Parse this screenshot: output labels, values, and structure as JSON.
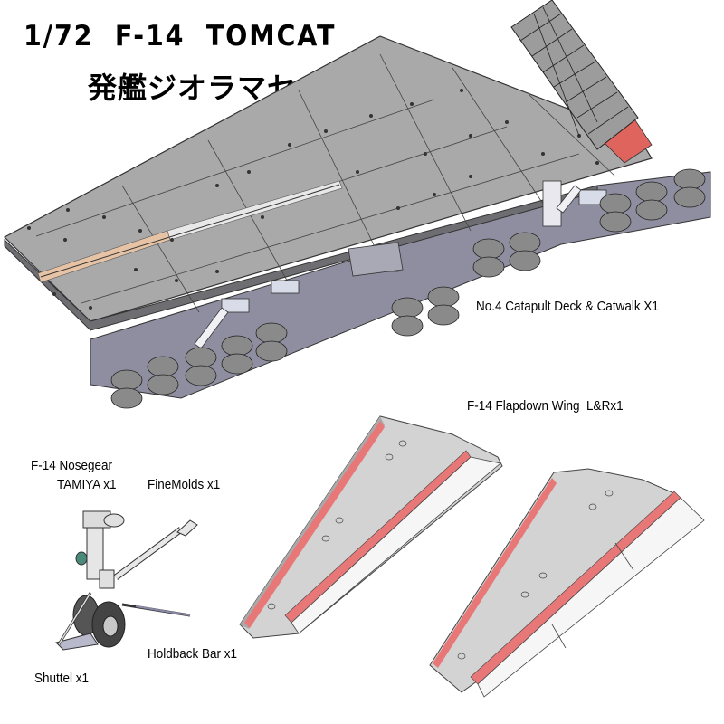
{
  "header": {
    "title_en": "1/72  F-14  TOMCAT",
    "title_jp": "発艦ジオラマセット"
  },
  "parts": [
    {
      "id": "catapult-deck",
      "label": "No.4 Catapult Deck & Catwalk X1"
    },
    {
      "id": "flapdown-wing",
      "label": "F-14 Flapdown Wing  L&Rx1"
    },
    {
      "id": "nosegear",
      "label": "F-14 Nosegear"
    },
    {
      "id": "nosegear-tamiya",
      "label": "TAMIYA x1"
    },
    {
      "id": "nosegear-finemolds",
      "label": "FineMolds x1"
    },
    {
      "id": "holdback-bar",
      "label": "Holdback Bar x1"
    },
    {
      "id": "shuttle",
      "label": "Shuttel x1"
    }
  ],
  "colors": {
    "deck_gray": "#a9a9a9",
    "deck_dark": "#6e6e72",
    "catwalk_blue_gray": "#8e8ea0",
    "catapult_tan": "#e7c3a6",
    "jbd_red": "#e0645e",
    "wing_gray": "#d3d3d3",
    "wing_red": "#e87878",
    "wing_white": "#f6f6f6"
  }
}
